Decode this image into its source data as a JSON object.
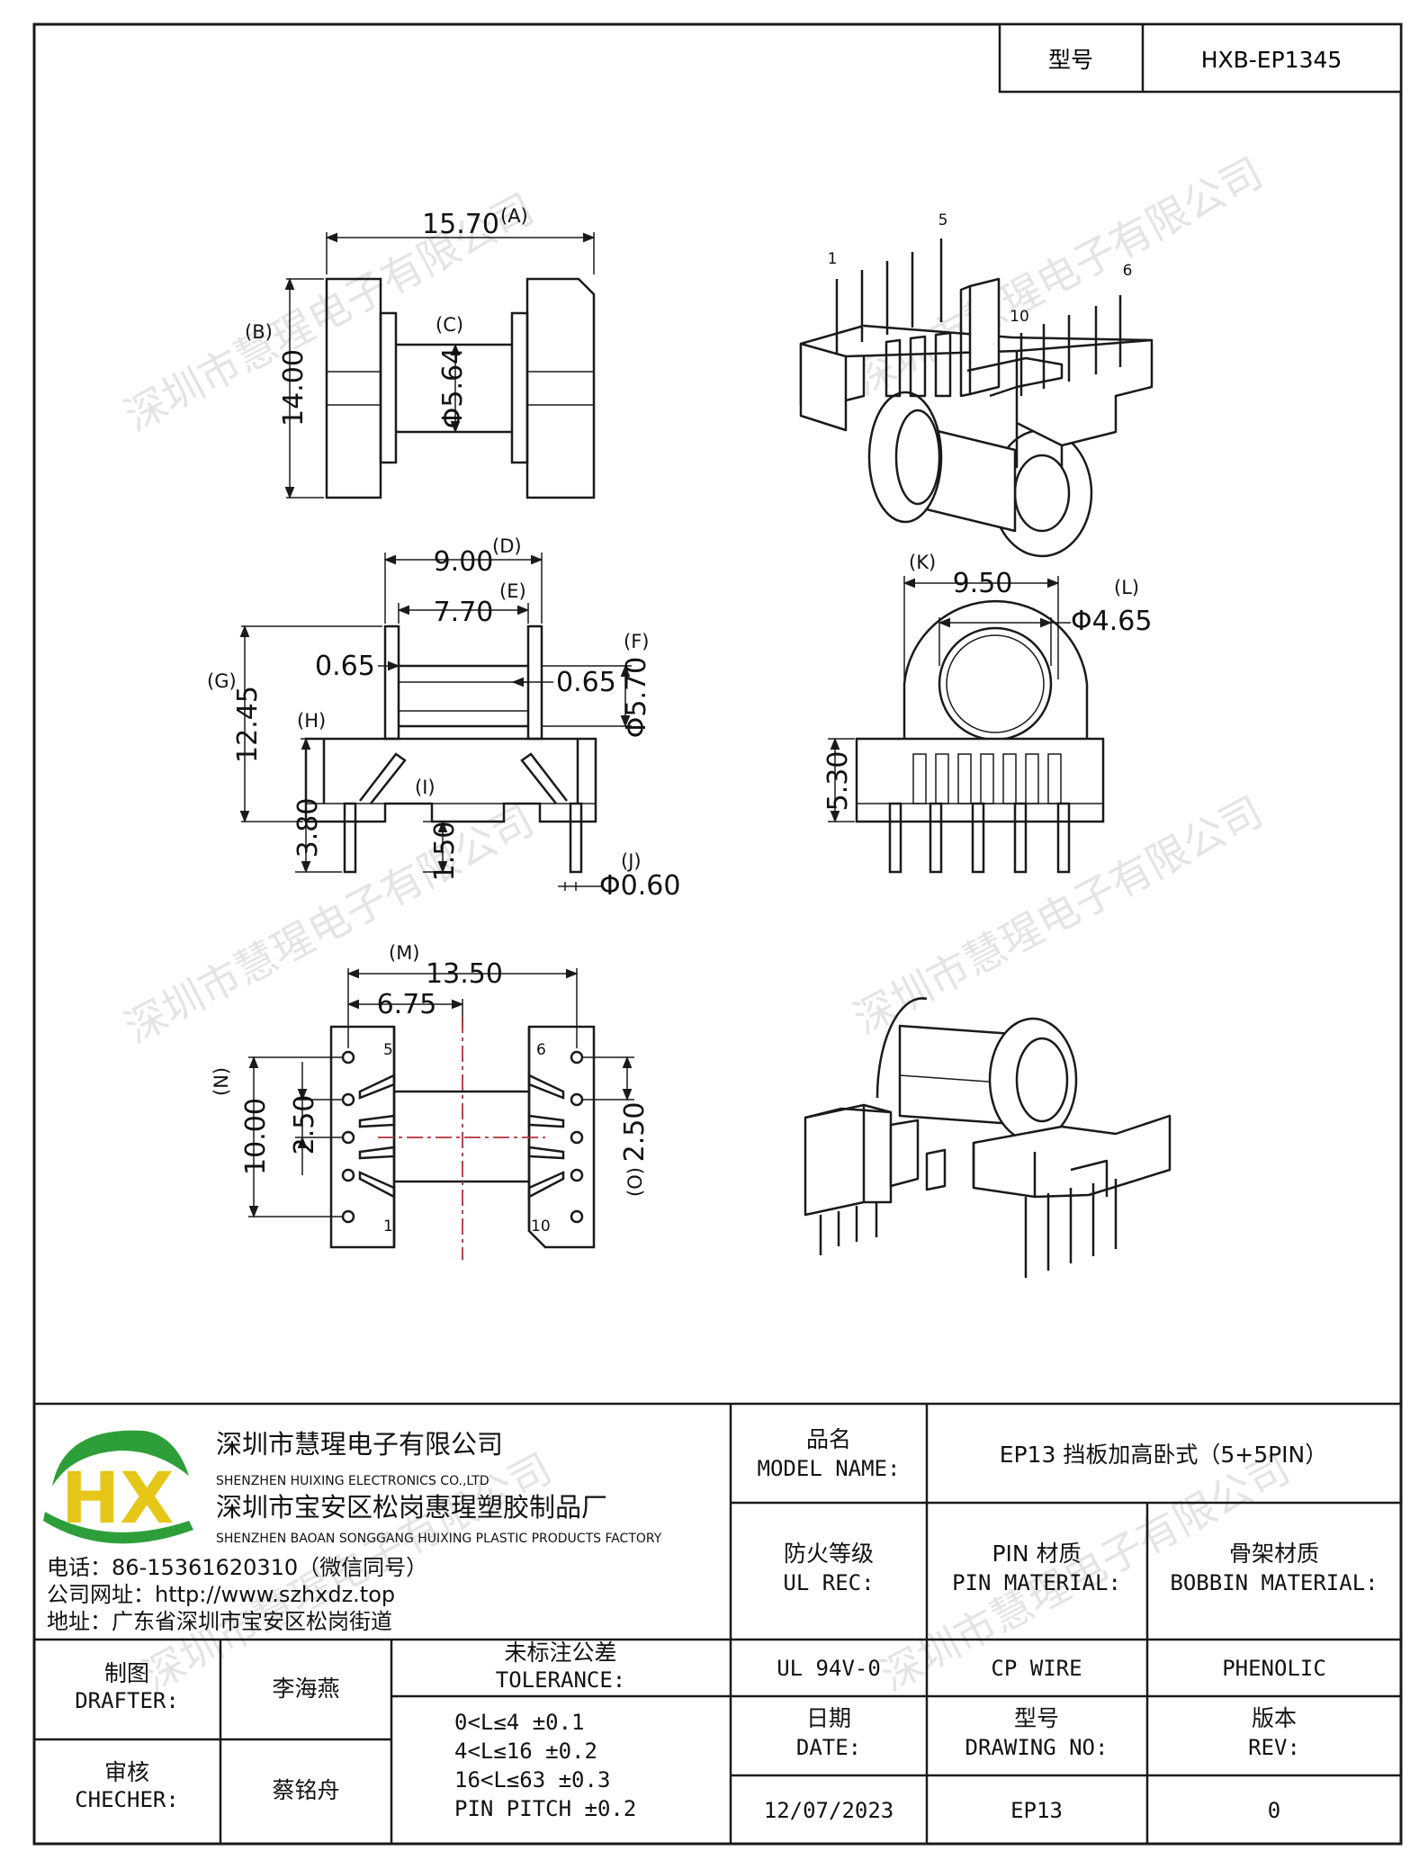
{
  "header": {
    "model_label": "型号",
    "model_value": "HXB-EP1345"
  },
  "watermark": "深圳市慧瑆电子有限公司",
  "views": {
    "top_view": {
      "dim_a": "15.70",
      "tag_a": "(A)",
      "dim_b": "14.00",
      "tag_b": "(B)",
      "dim_c": "Φ5.64",
      "tag_c": "(C)"
    },
    "iso_top": {
      "pins": [
        "1",
        "5",
        "6",
        "10"
      ]
    },
    "side_view": {
      "dim_d": "9.00",
      "tag_d": "(D)",
      "dim_e": "7.70",
      "tag_e": "(E)",
      "dim_f": "Φ5.70",
      "tag_f": "(F)",
      "dim_g": "12.45",
      "tag_g": "(G)",
      "dim_h": "3.80",
      "tag_h": "(H)",
      "dim_i": "1.50",
      "tag_i": "(I)",
      "dim_j": "Φ0.60",
      "tag_j": "(J)",
      "dim_flange_left": "0.65",
      "dim_flange_right": "0.65"
    },
    "front_view": {
      "dim_k": "9.50",
      "tag_k": "(K)",
      "dim_l": "Φ4.65",
      "tag_l": "(L)",
      "dim_height": "5.30"
    },
    "bottom_view": {
      "dim_m": "13.50",
      "tag_m": "(M)",
      "dim_half": "6.75",
      "dim_n": "10.00",
      "tag_n": "(N)",
      "dim_pitch_left": "2.50",
      "dim_o": "2.50",
      "tag_o": "(O)",
      "pins": [
        "5",
        "1",
        "6",
        "10"
      ]
    }
  },
  "title_block": {
    "company_cn": "深圳市慧瑆电子有限公司",
    "company_en": "SHENZHEN HUIXING ELECTRONICS CO.,LTD",
    "factory_cn": "深圳市宝安区松岗惠瑆塑胶制品厂",
    "factory_en": "SHENZHEN BAOAN SONGGANG HUIXING PLASTIC PRODUCTS FACTORY",
    "phone": "电话：86-15361620310（微信同号）",
    "website": "公司网址：http://www.szhxdz.top",
    "address": "地址：广东省深圳市宝安区松岗街道",
    "logo_text": "HX",
    "model_name_cn": "品名",
    "model_name_en": "MODEL NAME:",
    "model_name_value": "EP13 挡板加高卧式（5+5PIN）",
    "ul_cn": "防火等级",
    "ul_en": "UL REC:",
    "pin_mat_cn": "PIN 材质",
    "pin_mat_en": "PIN MATERIAL:",
    "bobbin_mat_cn": "骨架材质",
    "bobbin_mat_en": "BOBBIN MATERIAL:",
    "ul_value": "UL 94V-0",
    "pin_mat_value": "CP WIRE",
    "bobbin_mat_value": "PHENOLIC",
    "drafter_cn": "制图",
    "drafter_en": "DRAFTER:",
    "drafter_value": "李海燕",
    "checker_cn": "审核",
    "checker_en": "CHECHER:",
    "checker_value": "蔡铭舟",
    "tolerance_cn": "未标注公差",
    "tolerance_en": "TOLERANCE:",
    "tolerance_lines": [
      "0<L≤4   ±0.1",
      "4<L≤16  ±0.2",
      "16<L≤63 ±0.3",
      "PIN PITCH ±0.2"
    ],
    "date_cn": "日期",
    "date_en": "DATE:",
    "drawing_no_cn": "型号",
    "drawing_no_en": "DRAWING NO:",
    "rev_cn": "版本",
    "rev_en": "REV:",
    "date_value": "12/07/2023",
    "drawing_no_value": "EP13",
    "rev_value": "0"
  },
  "colors": {
    "line": "#1a1a1a",
    "center_line": "#b0303a",
    "logo_green": "#2e9e3a",
    "logo_yellow": "#e6c619"
  }
}
